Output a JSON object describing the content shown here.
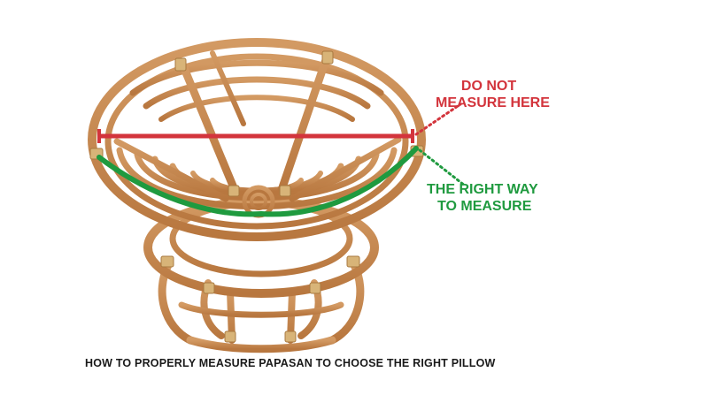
{
  "annotations": {
    "wrong": {
      "line1": "DO NOT",
      "line2": "MEASURE HERE",
      "color": "#d3343c"
    },
    "right": {
      "line1": "THE RIGHT WAY",
      "line2": "TO MEASURE",
      "color": "#1f9a3f"
    }
  },
  "caption": "HOW TO PROPERLY MEASURE PAPASAN TO CHOOSE THE RIGHT PILLOW",
  "colors": {
    "rattan": "#c98a52",
    "rattan_dark": "#9c6233",
    "binding": "#d8b478"
  }
}
